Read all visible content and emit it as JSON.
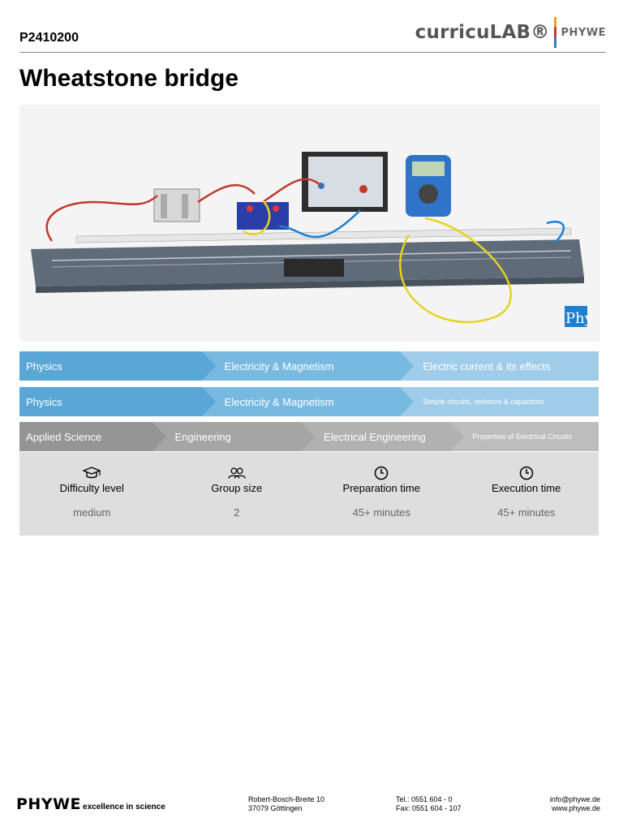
{
  "header": {
    "doc_id": "P2410200",
    "brand_curriculab": "curricuLAB®",
    "brand_phywe": "PHYWE"
  },
  "title": "Wheatstone bridge",
  "photo": {
    "watermark": "Phy"
  },
  "categories": [
    [
      "Physics",
      "Electricity & Magnetism",
      "Electric current & its effects"
    ],
    [
      "Physics",
      "Electricity & Magnetism",
      "Simple circuits, resistors & capacitors"
    ],
    [
      "Applied Science",
      "Engineering",
      "Electrical Engineering",
      "Properties of Electrical Circuits"
    ]
  ],
  "info": [
    {
      "icon": "graduation-cap-icon",
      "label": "Difficulty level",
      "value": "medium"
    },
    {
      "icon": "group-icon",
      "label": "Group size",
      "value": "2"
    },
    {
      "icon": "clock-icon",
      "label": "Preparation time",
      "value": "45+ minutes"
    },
    {
      "icon": "clock-icon",
      "label": "Execution time",
      "value": "45+ minutes"
    }
  ],
  "footer": {
    "logo": "PHYWE",
    "tagline": "excellence in science",
    "address_line1": "Robert-Bosch-Breite 10",
    "address_line2": "37079 Göttingen",
    "tel": "Tel.: 0551 604 - 0",
    "fax": "Fax: 0551 604 - 107",
    "email": "info@phywe.de",
    "web": "www.phywe.de"
  },
  "colors": {
    "blue_1": "#5aa6d6",
    "blue_2": "#78b9e2",
    "blue_3": "#9fcde9",
    "grey_box": "#dedede"
  }
}
